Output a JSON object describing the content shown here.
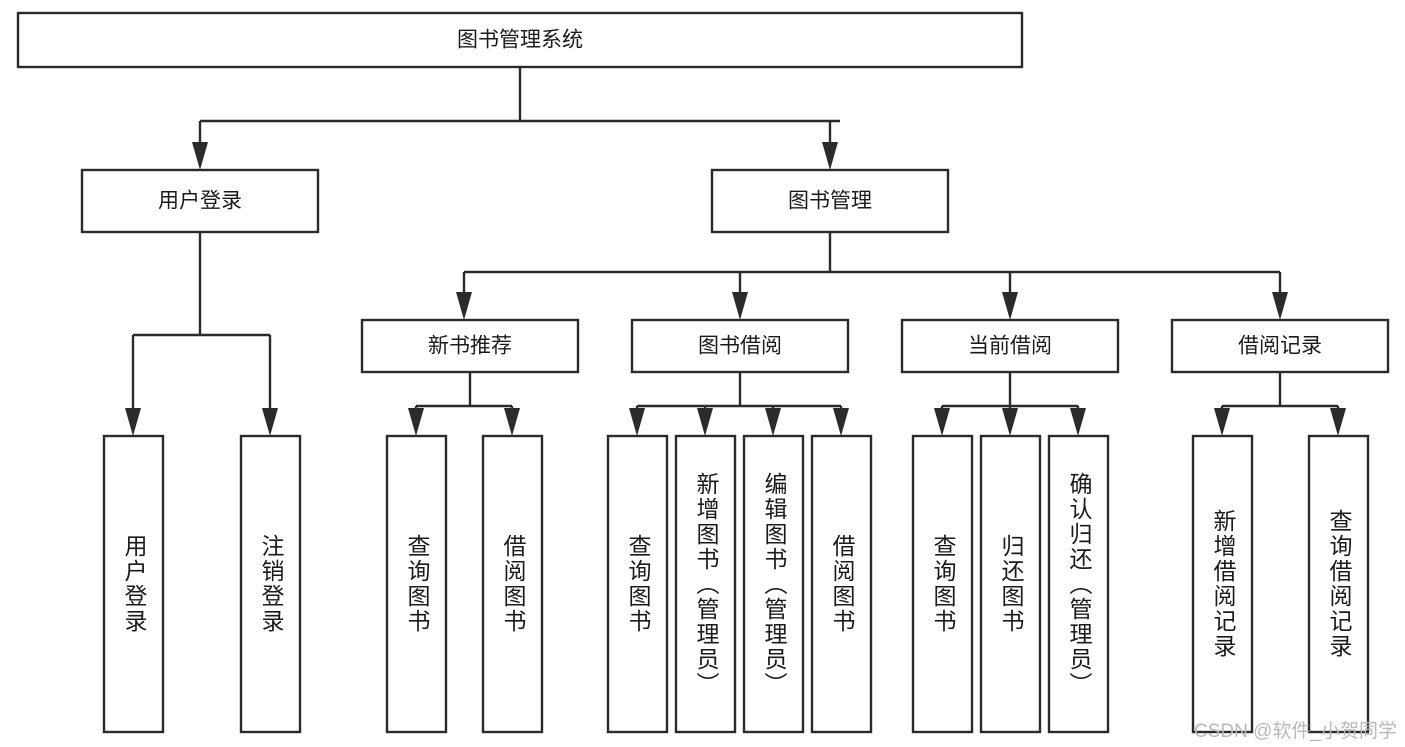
{
  "diagram": {
    "type": "tree-hierarchy",
    "title": "图书管理系统",
    "orientation": "top-down",
    "watermark": "CSDN @软件_小贺同学",
    "colors": {
      "box_fill": "#ffffff",
      "box_stroke": "#2b2b2b",
      "text": "#1b1b1b",
      "watermark": "#b9b9b9",
      "background": "#ffffff"
    },
    "levels": {
      "root": {
        "label": "图书管理系统"
      },
      "level2": [
        {
          "label": "用户登录"
        },
        {
          "label": "图书管理"
        }
      ],
      "level3": [
        {
          "label": "新书推荐"
        },
        {
          "label": "图书借阅"
        },
        {
          "label": "当前借阅"
        },
        {
          "label": "借阅记录"
        }
      ]
    },
    "nodes": {
      "root": {
        "label": "图书管理系统"
      },
      "user_login": {
        "label": "用户登录"
      },
      "book_mgmt": {
        "label": "图书管理"
      },
      "new_book_rec": {
        "label": "新书推荐"
      },
      "book_borrow": {
        "label": "图书借阅"
      },
      "current_borrow": {
        "label": "当前借阅"
      },
      "borrow_record": {
        "label": "借阅记录"
      },
      "leaf_user_login": {
        "label": "用户登录"
      },
      "leaf_user_logout": {
        "label": "注销登录"
      },
      "leaf_query_book_1": {
        "label": "查询图书"
      },
      "leaf_borrow_book_1": {
        "label": "借阅图书"
      },
      "leaf_query_book_2": {
        "label": "查询图书"
      },
      "leaf_add_book": {
        "label": "新增图书（管理员）"
      },
      "leaf_edit_book": {
        "label": "编辑图书（管理员）"
      },
      "leaf_borrow_book_2": {
        "label": "借阅图书"
      },
      "leaf_query_book_3": {
        "label": "查询图书"
      },
      "leaf_return_book": {
        "label": "归还图书"
      },
      "leaf_confirm_return": {
        "label": "确认归还（管理员）"
      },
      "leaf_add_record": {
        "label": "新增借阅记录"
      },
      "leaf_query_record": {
        "label": "查询借阅记录"
      }
    }
  }
}
